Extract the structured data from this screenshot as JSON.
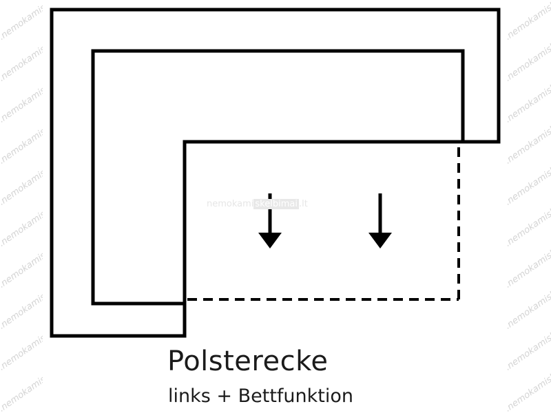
{
  "watermark": {
    "text": "www.nemokamiskelbimai.lt",
    "center_part1": "nemokami",
    "center_part2": "skelbimai",
    "center_part3": ".lt"
  },
  "caption": {
    "title": "Polsterecke",
    "subtitle": "links + Bettfunktion"
  },
  "colors": {
    "line": "#000000",
    "text": "#1b1b1b",
    "watermark": "#d4d4d4"
  },
  "icons": [
    "arrow-down-icon",
    "arrow-down-icon"
  ]
}
